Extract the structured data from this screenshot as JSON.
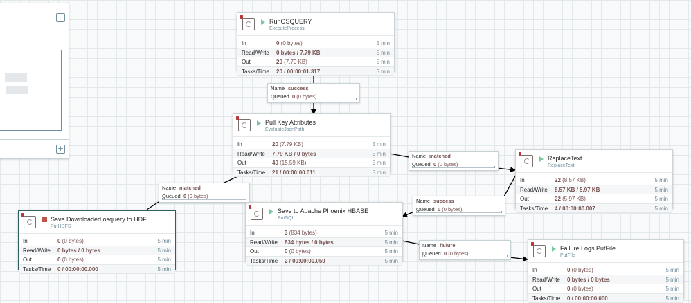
{
  "panel": {
    "collapse_icon": "minus-icon",
    "expand_icon": "plus-icon"
  },
  "processors": [
    {
      "id": "run-osquery",
      "name": "RunOSQUERY",
      "type": "ExecuteProcess",
      "status": "running",
      "stats": [
        {
          "label": "In",
          "value": "0",
          "sub": " (0 bytes)",
          "time": "5 min"
        },
        {
          "label": "Read/Write",
          "value": "0 bytes / 7.79 KB",
          "sub": "",
          "time": "5 min"
        },
        {
          "label": "Out",
          "value": "20",
          "sub": " (7.79 KB)",
          "time": "5 min"
        },
        {
          "label": "Tasks/Time",
          "value": "20 / 00:00:01.317",
          "sub": "",
          "time": "5 min"
        }
      ]
    },
    {
      "id": "pull-key-attributes",
      "name": "Pull Key Attributes",
      "type": "EvaluateJsonPath",
      "status": "running",
      "stats": [
        {
          "label": "In",
          "value": "20",
          "sub": " (7.79 KB)",
          "time": "5 min"
        },
        {
          "label": "Read/Write",
          "value": "7.79 KB / 0 bytes",
          "sub": "",
          "time": "5 min"
        },
        {
          "label": "Out",
          "value": "40",
          "sub": " (15.59 KB)",
          "time": "5 min"
        },
        {
          "label": "Tasks/Time",
          "value": "21 / 00:00:00.011",
          "sub": "",
          "time": "5 min"
        }
      ]
    },
    {
      "id": "replace-text",
      "name": "ReplaceText",
      "type": "ReplaceText",
      "status": "running",
      "stats": [
        {
          "label": "In",
          "value": "22",
          "sub": " (8.57 KB)",
          "time": "5 min"
        },
        {
          "label": "Read/Write",
          "value": "8.57 KB / 5.97 KB",
          "sub": "",
          "time": "5 min"
        },
        {
          "label": "Out",
          "value": "22",
          "sub": " (5.97 KB)",
          "time": "5 min"
        },
        {
          "label": "Tasks/Time",
          "value": "4 / 00:00:00.007",
          "sub": "",
          "time": "5 min"
        }
      ]
    },
    {
      "id": "save-hbase",
      "name": "Save to Apache Phoenix HBASE",
      "type": "PutSQL",
      "status": "running",
      "stats": [
        {
          "label": "In",
          "value": "3",
          "sub": " (834 bytes)",
          "time": "5 min"
        },
        {
          "label": "Read/Write",
          "value": "834 bytes / 0 bytes",
          "sub": "",
          "time": "5 min"
        },
        {
          "label": "Out",
          "value": "0",
          "sub": " (0 bytes)",
          "time": "5 min"
        },
        {
          "label": "Tasks/Time",
          "value": "2 / 00:00:00.059",
          "sub": "",
          "time": "5 min"
        }
      ]
    },
    {
      "id": "save-hdfs",
      "name": "Save Downloaded osquery to HDF...",
      "type": "PutHDFS",
      "status": "stopped",
      "stats": [
        {
          "label": "In",
          "value": "0",
          "sub": " (0 bytes)",
          "time": "5 min"
        },
        {
          "label": "Read/Write",
          "value": "0 bytes / 0 bytes",
          "sub": "",
          "time": "5 min"
        },
        {
          "label": "Out",
          "value": "0",
          "sub": " (0 bytes)",
          "time": "5 min"
        },
        {
          "label": "Tasks/Time",
          "value": "0 / 00:00:00.000",
          "sub": "",
          "time": "5 min"
        }
      ]
    },
    {
      "id": "failure-logs",
      "name": "Failure Logs PutFile",
      "type": "PutFile",
      "status": "running",
      "stats": [
        {
          "label": "In",
          "value": "0",
          "sub": " (0 bytes)",
          "time": "5 min"
        },
        {
          "label": "Read/Write",
          "value": "0 bytes / 0 bytes",
          "sub": "",
          "time": "5 min"
        },
        {
          "label": "Out",
          "value": "0",
          "sub": " (0 bytes)",
          "time": "5 min"
        },
        {
          "label": "Tasks/Time",
          "value": "0 / 00:00:00.000",
          "sub": "",
          "time": "5 min"
        }
      ]
    }
  ],
  "connections": [
    {
      "id": "c1",
      "name_label": "Name",
      "name": "success",
      "queued_label": "Queued",
      "queued": "0",
      "queued_sub": " (0 bytes)"
    },
    {
      "id": "c2",
      "name_label": "Name",
      "name": "matched",
      "queued_label": "Queued",
      "queued": "0",
      "queued_sub": " (0 bytes)"
    },
    {
      "id": "c3",
      "name_label": "Name",
      "name": "matched",
      "queued_label": "Queued",
      "queued": "0",
      "queued_sub": " (0 bytes)"
    },
    {
      "id": "c4",
      "name_label": "Name",
      "name": "success",
      "queued_label": "Queued",
      "queued": "0",
      "queued_sub": " (0 bytes)"
    },
    {
      "id": "c5",
      "name_label": "Name",
      "name": "failure",
      "queued_label": "Queued",
      "queued": "0",
      "queued_sub": " (0 bytes)"
    }
  ]
}
